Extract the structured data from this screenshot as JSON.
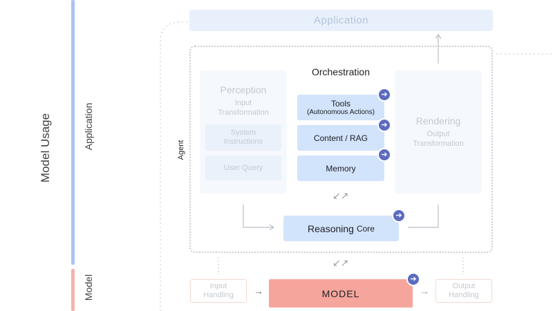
{
  "left_rail": {
    "model_usage_label": "Model Usage",
    "application_label": "Application",
    "model_label": "Model",
    "agent_label": "Agent",
    "application_bar_color": "#a8c4f5",
    "model_bar_color": "#f4b4ad"
  },
  "top": {
    "application_title": "Application"
  },
  "orchestration": {
    "title": "Orchestration"
  },
  "perception": {
    "title": "Perception",
    "subtitle": "Input\nTransformation",
    "items": [
      "System\nInstructions",
      "User Query"
    ]
  },
  "tools": [
    {
      "label": "Tools",
      "sublabel": "(Autonomous Actions)"
    },
    {
      "label": "Content / RAG"
    },
    {
      "label": "Memory"
    }
  ],
  "rendering": {
    "title": "Rendering",
    "subtitle": "Output\nTransformation"
  },
  "reasoning": {
    "label_main": "Reasoning",
    "label_core": "Core"
  },
  "bottom": {
    "input_handling": "Input\nHandling",
    "model": "MODEL",
    "output_handling": "Output\nHandling"
  },
  "icons": {
    "badge": "arrow-right-circle-icon",
    "arrow": "arrow-icon"
  },
  "colors": {
    "accent": "#5c6bc0",
    "tool_box": "#d2e3fc",
    "model_box": "#f5a59c",
    "faded_box": "#eef3fb"
  }
}
